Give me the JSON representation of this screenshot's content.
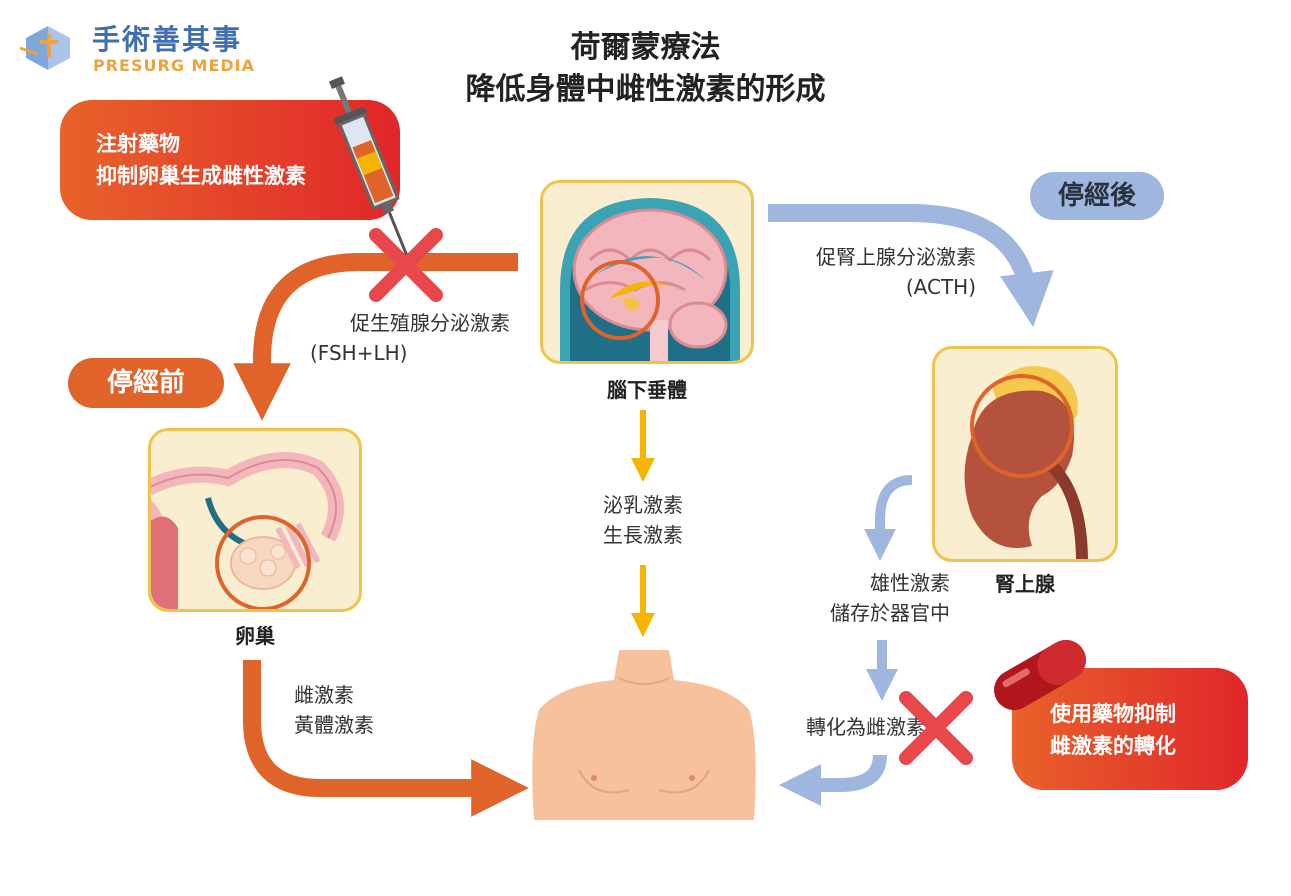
{
  "logo": {
    "name_zh": "手術善其事",
    "name_en": "PRESURG MEDIA"
  },
  "title": {
    "line1": "荷爾蒙療法",
    "line2": "降低身體中雌性激素的形成"
  },
  "callouts": {
    "injection": {
      "line1": "注射藥物",
      "line2": "抑制卵巢生成雌性激素"
    },
    "drug": {
      "line1": "使用藥物抑制",
      "line2": "雌激素的轉化"
    }
  },
  "badges": {
    "premenopause": "停經前",
    "postmenopause": "停經後"
  },
  "organs": {
    "pituitary": "腦下垂體",
    "ovary": "卵巢",
    "adrenal": "腎上腺"
  },
  "hormones": {
    "gonadotropin_line1": "促生殖腺分泌激素",
    "gonadotropin_line2": "(FSH+LH)",
    "acth_line1": "促腎上腺分泌激素",
    "acth_line2": "(ACTH)",
    "prolactin_line1": "泌乳激素",
    "prolactin_line2": "生長激素",
    "ovarian_line1": "雌激素",
    "ovarian_line2": "黃體激素",
    "androgen_line1": "雄性激素",
    "androgen_line2": "儲存於器官中",
    "conversion": "轉化為雌激素"
  },
  "colors": {
    "orange": "#e0632a",
    "blue": "#9fb6de",
    "yellow": "#f4b400",
    "red_cross": "#e8474c",
    "panel_bg": "#f9efd0",
    "panel_border": "#f0c44a"
  },
  "icons": [
    "syringe-icon",
    "capsule-icon",
    "brain-icon",
    "ovary-icon",
    "kidney-icon",
    "torso-icon",
    "cross-icon"
  ]
}
